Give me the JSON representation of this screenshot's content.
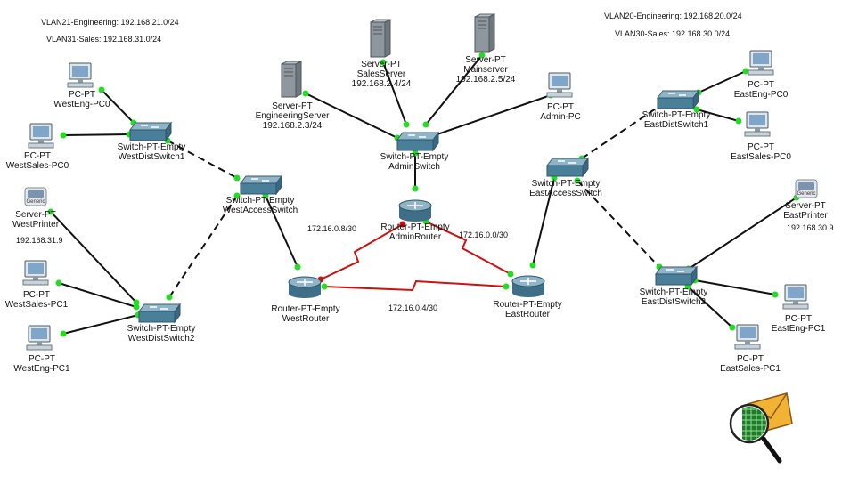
{
  "notes": {
    "west_vlan21": "VLAN21-Engineering: 192.168.21.0/24",
    "west_vlan31": "VLAN31-Sales: 192.168.31.0/24",
    "east_vlan20": "VLAN20-Engineering: 192.168.20.0/24",
    "east_vlan30": "VLAN30-Sales: 192.168.30.0/24"
  },
  "devices": {
    "westeng_pc0": {
      "type": "PC-PT",
      "name": "WestEng-PC0"
    },
    "westsales_pc0": {
      "type": "PC-PT",
      "name": "WestSales-PC0"
    },
    "westprinter": {
      "type": "Server-PT",
      "name": "WestPrinter",
      "ip": "192.168.31.9",
      "icon_text": "Generic"
    },
    "westsales_pc1": {
      "type": "PC-PT",
      "name": "WestSales-PC1"
    },
    "westeng_pc1": {
      "type": "PC-PT",
      "name": "WestEng-PC1"
    },
    "westdistswitch1": {
      "type": "Switch-PT-Empty",
      "name": "WestDistSwitch1"
    },
    "westdistswitch2": {
      "type": "Switch-PT-Empty",
      "name": "WestDistSwitch2"
    },
    "westaccessswitch": {
      "type": "Switch-PT-Empty",
      "name": "WestAccessSwitch"
    },
    "engineeringserver": {
      "type": "Server-PT",
      "name": "EngineeringServer",
      "ip": "192.168.2.3/24"
    },
    "salesserver": {
      "type": "Server-PT",
      "name": "SalesServer",
      "ip": "192.168.2.4/24"
    },
    "mainserver": {
      "type": "Server-PT",
      "name": "Mainserver",
      "ip": "192.168.2.5/24"
    },
    "admin_pc": {
      "type": "PC-PT",
      "name": "Admin-PC"
    },
    "adminswitch": {
      "type": "Switch-PT-Empty",
      "name": "AdminSwitch"
    },
    "adminrouter": {
      "type": "Router-PT-Empty",
      "name": "AdminRouter"
    },
    "westrouter": {
      "type": "Router-PT-Empty",
      "name": "WestRouter"
    },
    "eastrouter": {
      "type": "Router-PT-Empty",
      "name": "EastRouter"
    },
    "eastaccessswitch": {
      "type": "Switch-PT-Empty",
      "name": "EastAccessSwitch"
    },
    "eastdistswitch1": {
      "type": "Switch-PT-Empty",
      "name": "EastDistSwitch1"
    },
    "eastdistswitch2": {
      "type": "Switch-PT-Empty",
      "name": "EastDistSwitch2"
    },
    "easteng_pc0": {
      "type": "PC-PT",
      "name": "EastEng-PC0"
    },
    "eastsales_pc0": {
      "type": "PC-PT",
      "name": "EastSales-PC0"
    },
    "eastprinter": {
      "type": "Server-PT",
      "name": "EastPrinter",
      "ip": "192.168.30.9",
      "icon_text": "Generic"
    },
    "easteng_pc1": {
      "type": "PC-PT",
      "name": "EastEng-PC1"
    },
    "eastsales_pc1": {
      "type": "PC-PT",
      "name": "EastSales-PC1"
    }
  },
  "serial_links": {
    "west_admin": "172.16.0.8/30",
    "admin_east": "172.16.0.0/30",
    "west_east": "172.16.0.4/30"
  },
  "colors": {
    "copper": "#111111",
    "serial": "#cc1111",
    "port_up": "#22dd22",
    "port_red": "#cc1111",
    "device": "#4a7f9a"
  },
  "simulation_icon": "pdu-envelope-magnifier-icon"
}
